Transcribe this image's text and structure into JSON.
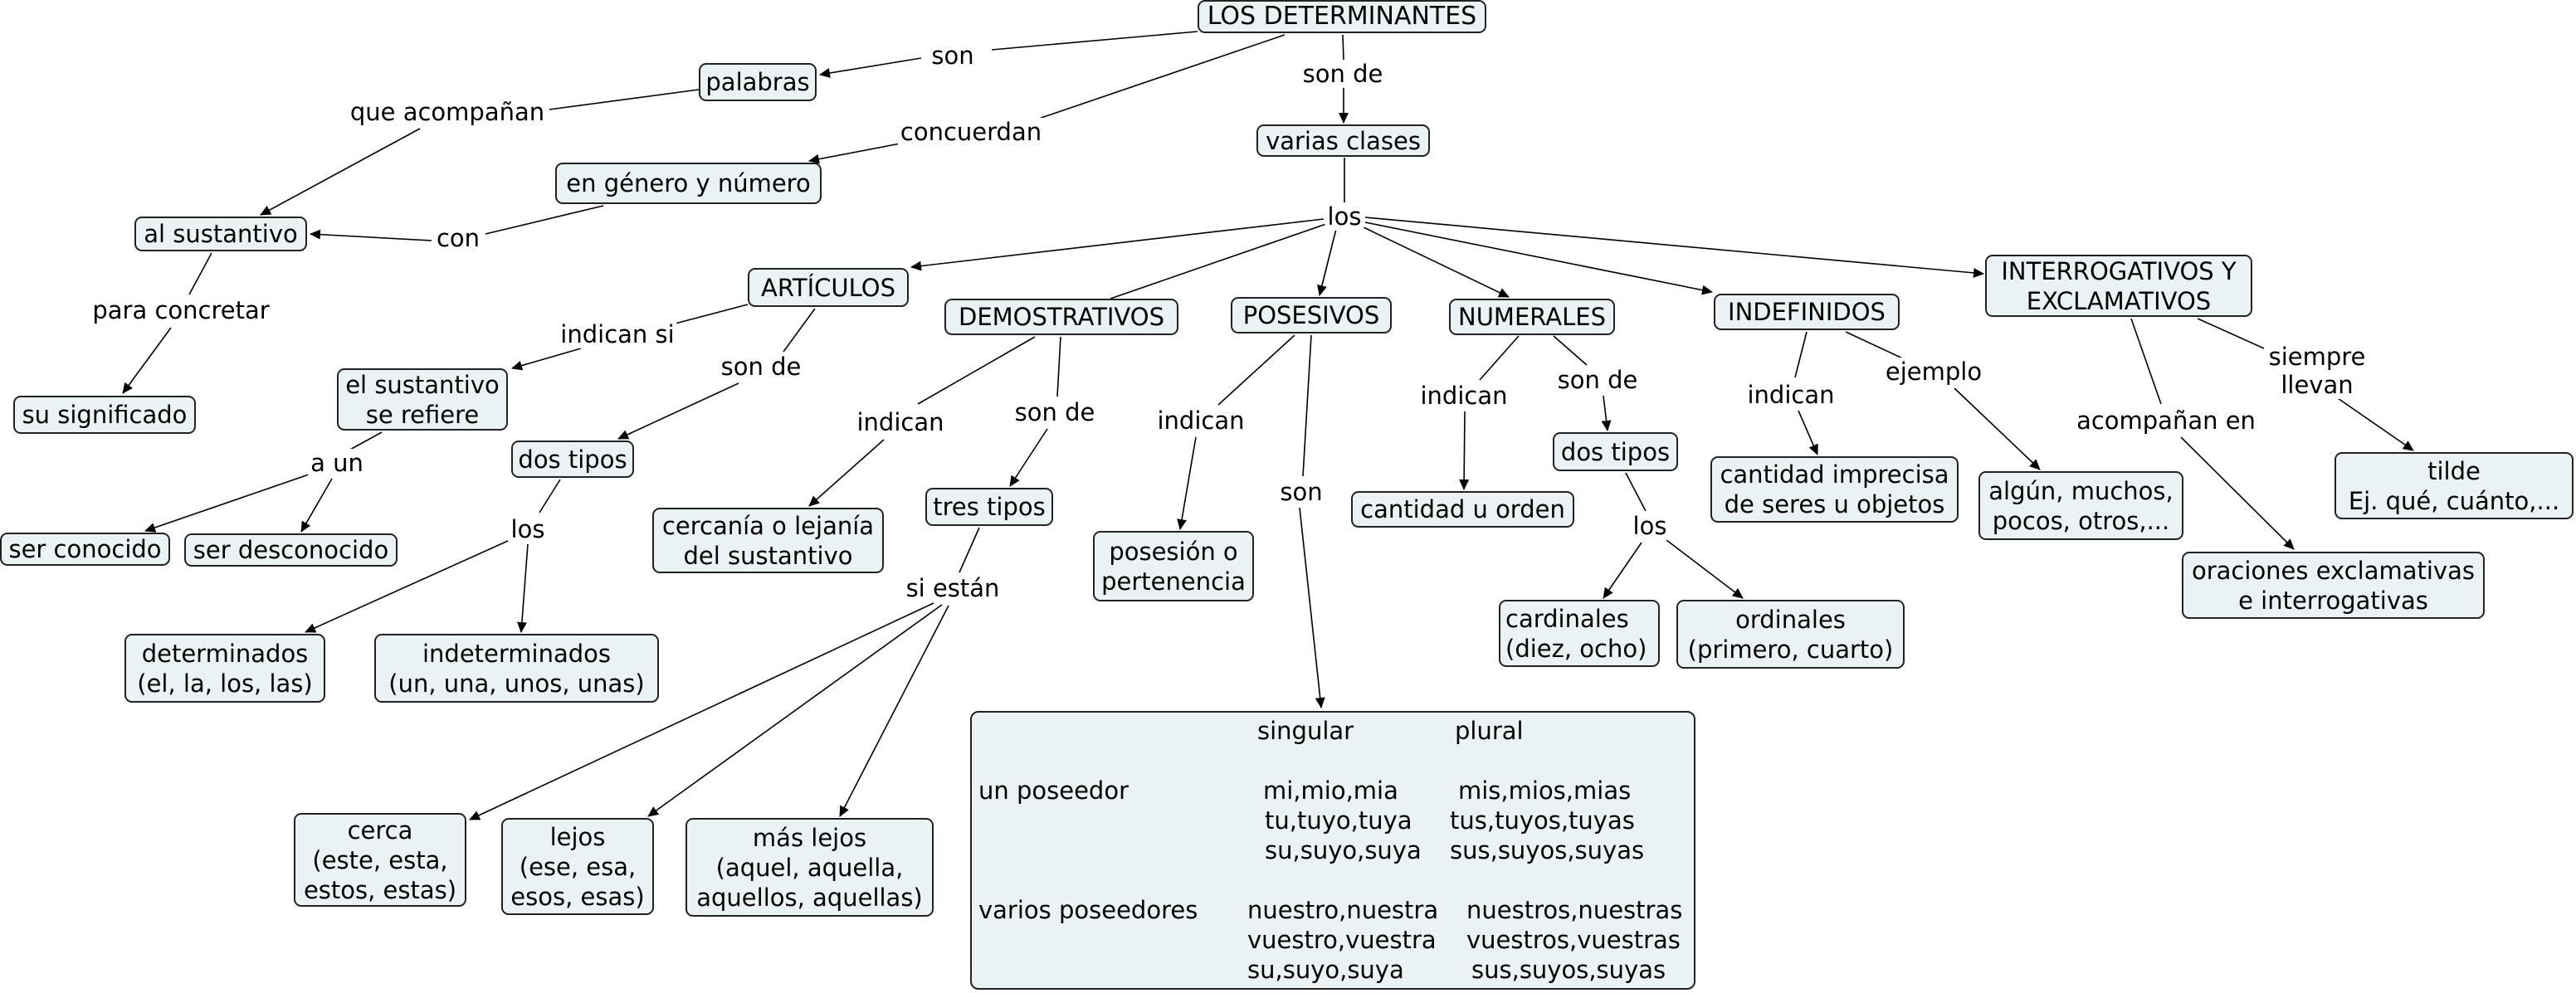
{
  "title": "LOS DETERMINANTES",
  "colors": {
    "node_fill": "#ebf2f4",
    "node_border": "#222222",
    "line": "#000000",
    "background": "#ffffff"
  },
  "nodes": {
    "root": "LOS DETERMINANTES",
    "palabras": "palabras",
    "genero_numero": "en género y número",
    "varias_clases": "varias clases",
    "al_sustantivo": "al sustantivo",
    "su_significado": "su significado",
    "articulos": "ARTÍCULOS",
    "el_sustantivo": [
      "el sustantivo",
      "se refiere"
    ],
    "dos_tipos_art": "dos tipos",
    "ser_conocido": "ser conocido",
    "ser_desconocido": "ser desconocido",
    "determinados": [
      "determinados",
      "(el, la, los, las)"
    ],
    "indeterminados": [
      "indeterminados",
      "(un, una, unos, unas)"
    ],
    "demostrativos": "DEMOSTRATIVOS",
    "cercania": [
      "cercanía o lejanía",
      "del sustantivo"
    ],
    "tres_tipos": "tres tipos",
    "cerca": [
      "cerca",
      "(este, esta,",
      "estos, estas)"
    ],
    "lejos": [
      "lejos",
      "(ese, esa,",
      "esos, esas)"
    ],
    "mas_lejos": [
      "más lejos",
      "(aquel, aquella,",
      "aquellos, aquellas)"
    ],
    "posesivos": "POSESIVOS",
    "posesion": [
      "posesión o",
      "pertenencia"
    ],
    "numerales": "NUMERALES",
    "cantidad_orden": "cantidad u orden",
    "dos_tipos_num": "dos tipos",
    "cardinales": [
      "cardinales",
      "(diez, ocho)"
    ],
    "ordinales": [
      "ordinales",
      "(primero, cuarto)"
    ],
    "indefinidos": "INDEFINIDOS",
    "cantidad_imprecisa": [
      "cantidad imprecisa",
      "de seres u objetos"
    ],
    "algun": [
      "algún, muchos,",
      "pocos, otros,..."
    ],
    "interrogativos": [
      "INTERROGATIVOS Y",
      "EXCLAMATIVOS"
    ],
    "tilde": [
      "tilde",
      "Ej. qué, cuánto,..."
    ],
    "oraciones": [
      "oraciones exclamativas",
      "e interrogativas"
    ]
  },
  "link_labels": {
    "son": "son",
    "son_de_root": "son de",
    "que_acompanan": "que acompañan",
    "concuerdan": "concuerdan",
    "con": "con",
    "los_main": "los",
    "para_concretar": "para concretar",
    "indican_si": "indican si",
    "son_de_art": "son de",
    "a_un": "a un",
    "los_art": "los",
    "indican_demo": "indican",
    "son_de_demo": "son de",
    "si_estan": "si están",
    "indican_pos": "indican",
    "son_pos": "son",
    "indican_num": "indican",
    "son_de_num": "son de",
    "los_num": "los",
    "indican_indef": "indican",
    "ejemplo": "ejemplo",
    "acompanan_en": "acompañan en",
    "siempre_llevan": [
      "siempre",
      "llevan"
    ]
  },
  "possessives_table": {
    "columns": [
      "singular",
      "plural"
    ],
    "rows": [
      {
        "label": "un poseedor",
        "singular": [
          "mi,mio,mia",
          "tu,tuyo,tuya",
          "su,suyo,suya"
        ],
        "plural": [
          "mis,mios,mias",
          "tus,tuyos,tuyas",
          "sus,suyos,suyas"
        ]
      },
      {
        "label": "varios poseedores",
        "singular": [
          "nuestro,nuestra",
          "vuestro,vuestra",
          "su,suyo,suya"
        ],
        "plural": [
          "nuestros,nuestras",
          "vuestros,vuestras",
          "sus,suyos,suyas"
        ]
      }
    ]
  }
}
